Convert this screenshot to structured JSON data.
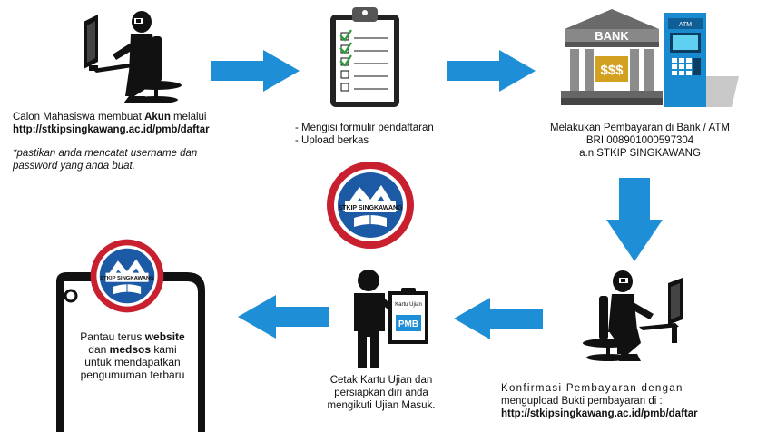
{
  "step1": {
    "line1_prefix": "Calon Mahasiswa membuat ",
    "line1_bold": "Akun",
    "line1_suffix": " melalui",
    "url": "http://stkipsingkawang.ac.id/pmb/daftar",
    "note_line1": "*pastikan anda mencatat username dan",
    "note_line2": "password yang anda buat."
  },
  "step2": {
    "line1": "- Mengisi formulir pendaftaran",
    "line2": "- Upload berkas"
  },
  "step3": {
    "line1": "Melakukan Pembayaran di Bank / ATM",
    "line2": "BRI 008901000597304",
    "line3": "a.n STKIP SINGKAWANG",
    "bank_sign": "BANK",
    "bank_money": "$$$",
    "atm_label": "ATM"
  },
  "step4": {
    "line1": "Konfirmasi Pembayaran dengan",
    "line2": "mengupload Bukti pembayaran di :",
    "url": "http://stkipsingkawang.ac.id/pmb/daftar"
  },
  "step5": {
    "line1": "Cetak Kartu Ujian dan",
    "line2": "persiapkan diri anda",
    "line3": "mengikuti Ujian Masuk.",
    "card_label": "Kartu Ujian",
    "card_pmb": "PMB"
  },
  "step6": {
    "p1_prefix": "Pantau terus ",
    "p1_bold": "website",
    "p2_prefix": "dan ",
    "p2_bold": "medsos",
    "p2_suffix": " kami",
    "p3": "untuk mendapatkan",
    "p4": "pengumuman terbaru"
  },
  "logo": {
    "name": "STKIP SINGKAWANG"
  },
  "colors": {
    "arrow": "#1e8fd6",
    "arrow_dark": "#1575b8",
    "logo_red": "#c8202f",
    "logo_blue": "#1c5aa6",
    "atm_blue": "#1a8ad0"
  }
}
